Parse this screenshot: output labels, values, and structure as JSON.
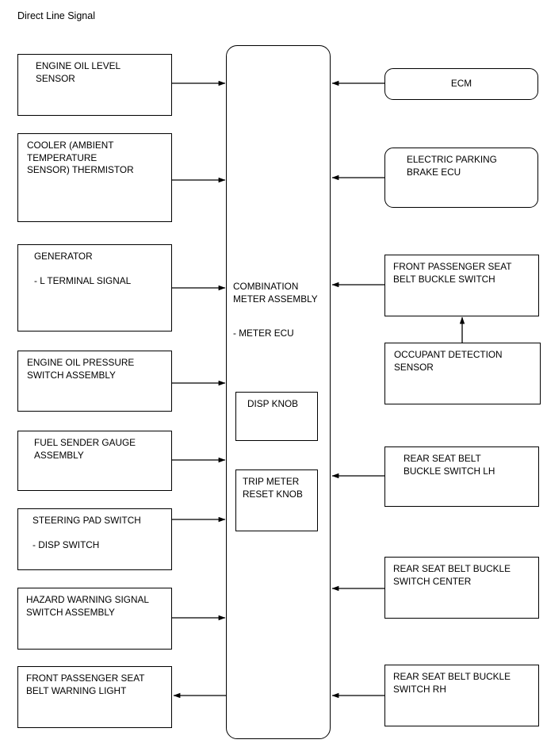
{
  "diagram": {
    "title": "Direct Line Signal",
    "center": {
      "name": "combination-meter-assembly",
      "title_line1": "COMBINATION",
      "title_line2": "METER ASSEMBLY",
      "sub_label": "- METER ECU",
      "inner_nodes": [
        {
          "id": "disp-knob",
          "label": "DISP KNOB"
        },
        {
          "id": "trip-meter-reset-knob",
          "label": "TRIP METER\nRESET KNOB"
        }
      ]
    },
    "left_nodes": [
      {
        "id": "engine-oil-level-sensor",
        "label": "ENGINE OIL LEVEL\nSENSOR",
        "indent": 1,
        "direction": "to-center"
      },
      {
        "id": "cooler-ambient-temperature-sensor-thermistor",
        "label": "COOLER (AMBIENT\nTEMPERATURE\n SENSOR) THERMISTOR",
        "indent": 0,
        "direction": "to-center"
      },
      {
        "id": "generator",
        "label": "GENERATOR\n\n- L TERMINAL SIGNAL",
        "indent": 1,
        "direction": "to-center"
      },
      {
        "id": "engine-oil-pressure-switch-assembly",
        "label": "ENGINE OIL PRESSURE\nSWITCH ASSEMBLY",
        "indent": 0,
        "direction": "to-center"
      },
      {
        "id": "fuel-sender-gauge-assembly",
        "label": "FUEL SENDER GAUGE\nASSEMBLY",
        "indent": 1,
        "direction": "to-center"
      },
      {
        "id": "steering-pad-switch",
        "label": "STEERING PAD SWITCH\n\n- DISP SWITCH",
        "indent": 1,
        "direction": "to-center"
      },
      {
        "id": "hazard-warning-signal-switch-assembly",
        "label": "HAZARD WARNING SIGNAL\nSWITCH ASSEMBLY",
        "indent": 0,
        "direction": "to-center"
      },
      {
        "id": "front-passenger-seat-belt-warning-light",
        "label": "FRONT PASSENGER SEAT\nBELT WARNING LIGHT",
        "indent": 0,
        "direction": "from-center"
      }
    ],
    "right_nodes": [
      {
        "id": "ecm",
        "label": "ECM",
        "shape": "rounded",
        "align": "center",
        "direction": "to-center"
      },
      {
        "id": "electric-parking-brake-ecu",
        "label": "ELECTRIC PARKING\nBRAKE ECU",
        "shape": "rounded",
        "align": "left",
        "direction": "to-center"
      },
      {
        "id": "front-passenger-seat-belt-buckle-switch",
        "label": "FRONT PASSENGER SEAT\nBELT BUCKLE SWITCH",
        "shape": "square",
        "align": "left",
        "direction": "to-center"
      },
      {
        "id": "occupant-detection-sensor",
        "label": "OCCUPANT DETECTION\nSENSOR",
        "shape": "square",
        "align": "left",
        "direction": "to-buckle-switch"
      },
      {
        "id": "rear-seat-belt-buckle-switch-lh",
        "label": "REAR SEAT BELT\nBUCKLE SWITCH LH",
        "shape": "square",
        "align": "left",
        "direction": "to-center"
      },
      {
        "id": "rear-seat-belt-buckle-switch-center",
        "label": "REAR SEAT BELT BUCKLE\nSWITCH CENTER",
        "shape": "square",
        "align": "left",
        "direction": "to-center"
      },
      {
        "id": "rear-seat-belt-buckle-switch-rh",
        "label": "REAR SEAT BELT BUCKLE\nSWITCH RH",
        "shape": "square",
        "align": "left",
        "direction": "to-center"
      }
    ],
    "colors": {
      "stroke": "#000000",
      "fill": "#ffffff",
      "text": "#000000"
    }
  }
}
